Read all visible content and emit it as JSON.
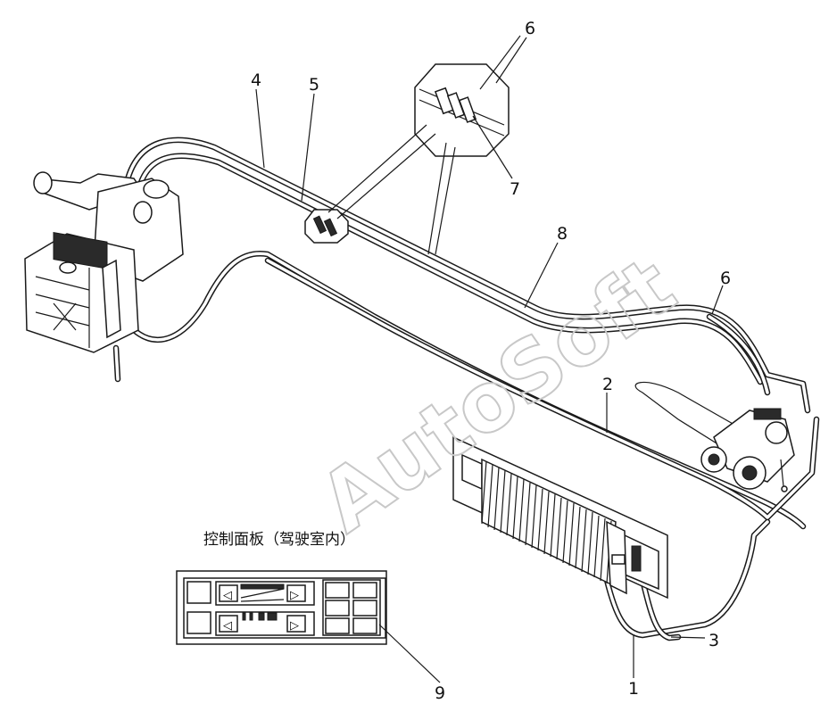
{
  "callouts": {
    "c1": "1",
    "c2": "2",
    "c3": "3",
    "c4": "4",
    "c5": "5",
    "c6_top": "6",
    "c6_right": "6",
    "c7": "7",
    "c8": "8",
    "c9": "9"
  },
  "panel_caption": "控制面板（驾驶室内）",
  "watermark": "AutoSoft",
  "panel": {
    "left_arrow_top": "◁",
    "right_arrow_top": "▷",
    "left_arrow_bottom": "◁",
    "right_arrow_bottom": "▷"
  }
}
